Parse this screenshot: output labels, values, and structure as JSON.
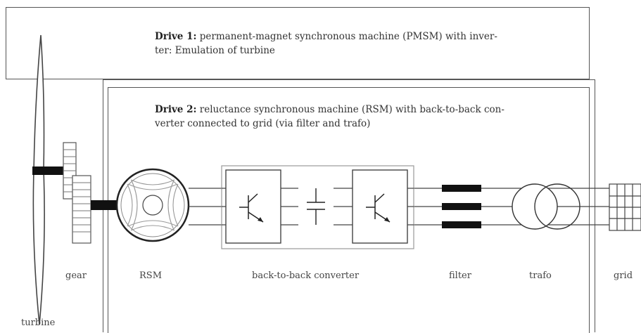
{
  "drive1": {
    "title": "Drive 1:",
    "line1": "permanent-magnet synchronous machine (PMSM) with inver-",
    "line2": "ter: Emulation of turbine"
  },
  "drive2": {
    "title": "Drive 2:",
    "line1": "reluctance synchronous machine (RSM) with back-to-back con-",
    "line2": "verter connected to grid (via filter and trafo)"
  },
  "labels": {
    "gear": "gear",
    "rsm": "RSM",
    "converter": "back-to-back converter",
    "filter": "filter",
    "trafo": "trafo",
    "grid": "grid",
    "turbine": "turbine"
  }
}
